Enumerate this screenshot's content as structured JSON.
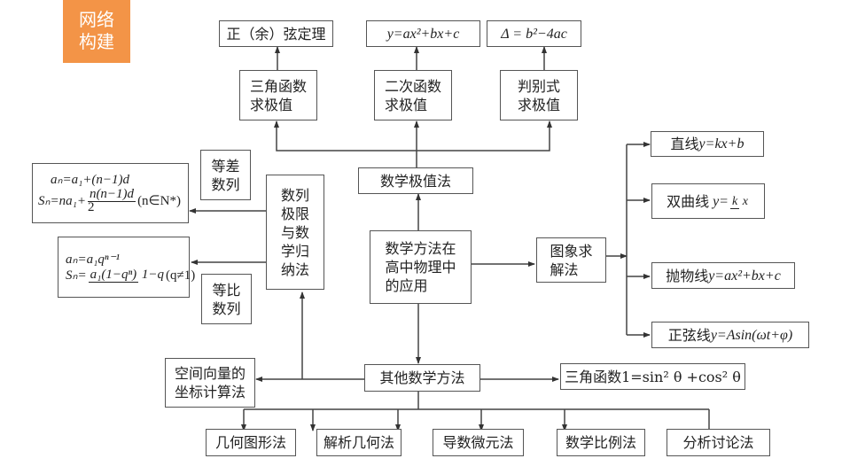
{
  "badge": {
    "line1": "网络",
    "line2": "构建"
  },
  "center": {
    "lines": [
      "数学方法在",
      "高中物理中",
      "的应用"
    ]
  },
  "extremum": {
    "label": "数学极值法",
    "children": [
      {
        "label_lines": [
          "三角函数",
          "求极值"
        ],
        "formula": "正（余）弦定理"
      },
      {
        "label_lines": [
          "二次函数",
          "求极值"
        ],
        "formula": "y=ax²+bx+c"
      },
      {
        "label_lines": [
          "判别式",
          "求极值"
        ],
        "formula": "Δ = b²−4ac"
      }
    ]
  },
  "sequence": {
    "label_lines": [
      "数列",
      "极限",
      "与数",
      "学归",
      "纳法"
    ],
    "arithmetic": {
      "label_lines": [
        "等差",
        "数列"
      ],
      "formula_line1": "aₙ=a₁+(n−1)d",
      "formula_line2_prefix": "Sₙ=na₁+",
      "formula_line2_num": "n(n−1)d",
      "formula_line2_den": "2",
      "formula_line2_suffix": "(n∈N*)"
    },
    "geometric": {
      "label_lines": [
        "等比",
        "数列"
      ],
      "formula_line1": "aₙ=a₁qⁿ⁻¹",
      "formula_line2_prefix": "Sₙ=",
      "formula_line2_num": "a₁(1−qⁿ)",
      "formula_line2_den": "1−q",
      "formula_line2_suffix": "(q≠1)"
    }
  },
  "graph": {
    "label_lines": [
      "图象求",
      "解法"
    ],
    "children": [
      {
        "name": "直线",
        "formula": "y=kx+b"
      },
      {
        "name": "双曲线",
        "formula_prefix": "y=",
        "num": "k",
        "den": "x"
      },
      {
        "name": "抛物线",
        "formula": "y=ax²+bx+c"
      },
      {
        "name": "正弦线",
        "formula": "y=Asin(ωt+φ)"
      }
    ]
  },
  "other": {
    "label": "其他数学方法",
    "vector": {
      "label_lines": [
        "空间向量的",
        "坐标计算法"
      ]
    },
    "trig_identity": "三角函数1=sin² θ +cos² θ",
    "children": [
      "几何图形法",
      "解析几何法",
      "导数微元法",
      "数学比例法",
      "分析讨论法"
    ]
  }
}
